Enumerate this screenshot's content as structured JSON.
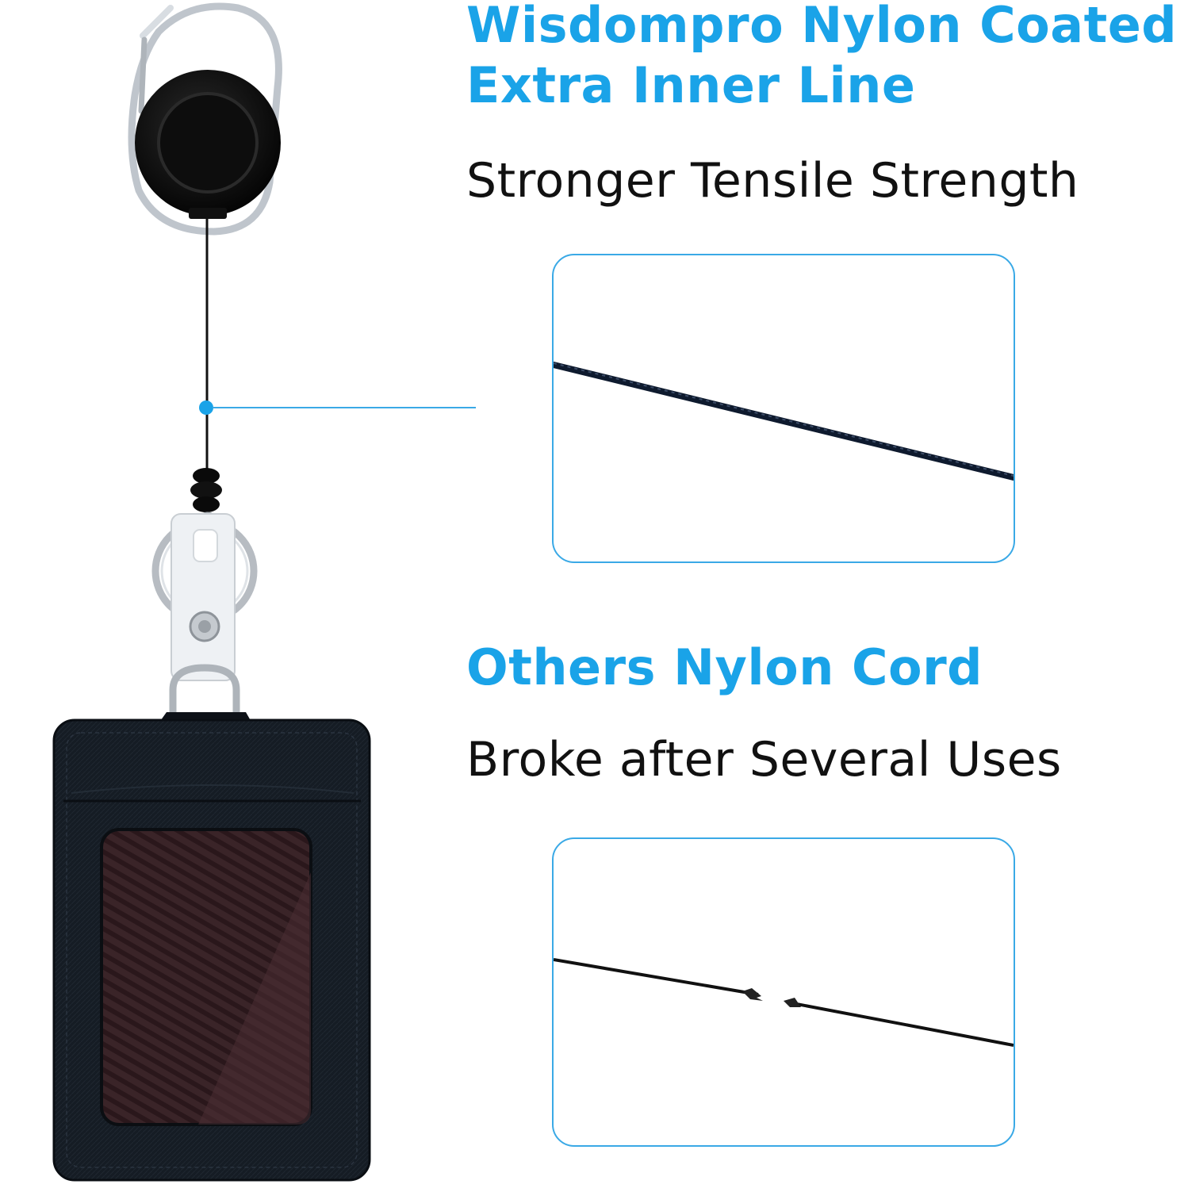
{
  "heading_top": {
    "line1": "Wisdompro Nylon Coated",
    "line2": "Extra Inner Line"
  },
  "subheading_top": "Stronger Tensile Strength",
  "heading_bottom": "Others Nylon Cord",
  "subheading_bottom": "Broke after Several Uses",
  "colors": {
    "accent": "#1aa3e8",
    "text": "#111111",
    "panel_border": "#3aa9e6",
    "leather": "#111820",
    "window": "#3a2428"
  },
  "icons": [
    "carabiner-reel-icon",
    "id-card-holder-icon"
  ]
}
